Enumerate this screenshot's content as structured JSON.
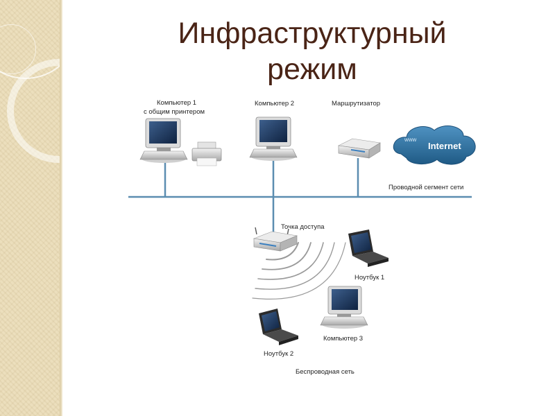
{
  "slide": {
    "title_line1": "Инфраструктурный",
    "title_line2": "режим"
  },
  "diagram": {
    "labels": {
      "computer1_line1": "Компьютер 1",
      "computer1_line2": "с общим принтером",
      "computer2": "Компьютер 2",
      "router": "Маршрутизатор",
      "internet": "Internet",
      "internet_small": "www",
      "wired_segment": "Проводной сегмент сети",
      "access_point": "Точка доступа",
      "laptop1": "Ноутбук 1",
      "laptop2": "Ноутбук 2",
      "computer3": "Компьютер 3",
      "wireless_network": "Беспроводная сеть"
    }
  },
  "colors": {
    "title": "#4a2416",
    "sidebar": "#ecdfbd",
    "network_line": "#5b8db0",
    "cloud": "#2f6f9e"
  }
}
